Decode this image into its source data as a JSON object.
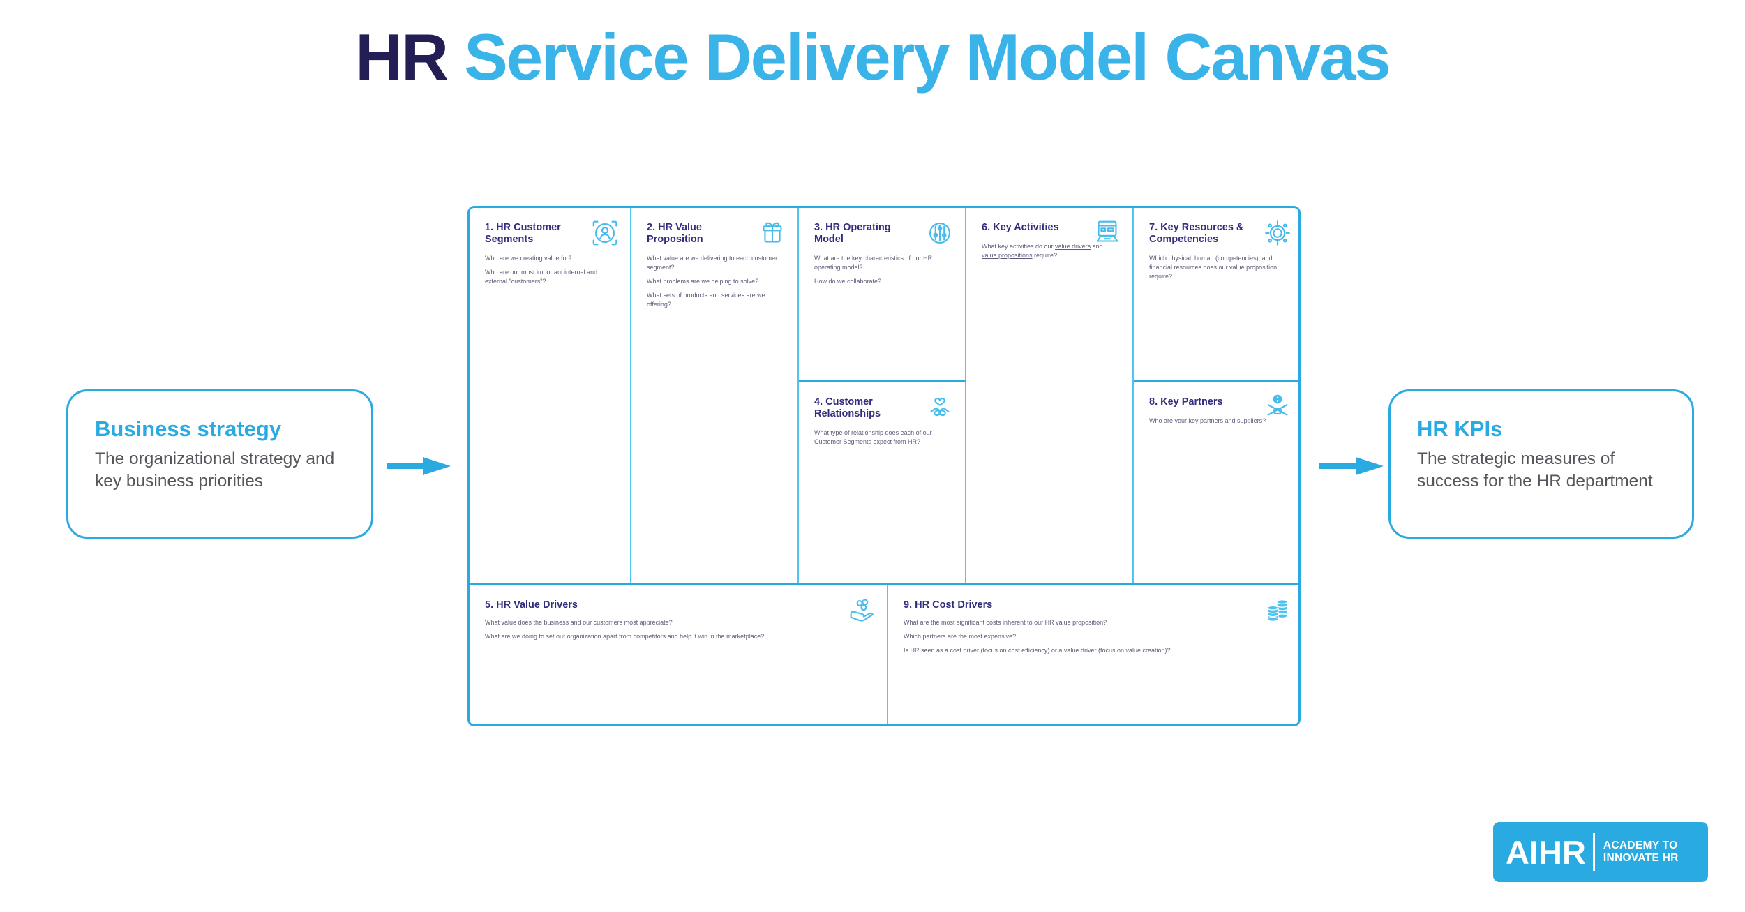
{
  "title": {
    "prefix": "HR",
    "rest": " Service Delivery Model Canvas"
  },
  "left_box": {
    "title": "Business strategy",
    "description": "The organizational strategy and key business priorities"
  },
  "right_box": {
    "title": "HR KPIs",
    "description": "The strategic measures of success for the HR department"
  },
  "canvas": {
    "customer_segments": {
      "title": "1. HR Customer\nSegments",
      "icon": "person-focus-icon",
      "q0": "Who are we creating value for?",
      "q1": "Who are our most important internal and external \"customers\"?"
    },
    "value_proposition": {
      "title": "2. HR Value Proposition",
      "icon": "gift-icon",
      "q0": "What value are we delivering to each customer segment?",
      "q1": "What problems are we helping to solve?",
      "q2": "What sets of products and services are we offering?"
    },
    "operating_model": {
      "title": "3. HR Operating Model",
      "icon": "sliders-circle-icon",
      "q0": "What are the key characteristics of our HR operating model?",
      "q1": "How do we collaborate?"
    },
    "customer_relationships": {
      "title": "4. Customer\nRelationships",
      "icon": "heart-handshake-icon",
      "q0": "What type of relationship does each of our Customer Segments expect from HR?"
    },
    "key_activities": {
      "title": "6. Key Activities",
      "icon": "working-hands-icon",
      "q_prefix": "What key activities do our ",
      "q_link1": "value drivers",
      "q_mid": " and ",
      "q_link2": "value propositions",
      "q_suffix": " require?"
    },
    "key_resources": {
      "title": "7. Key Resources &\nCompetencies",
      "icon": "rays-gear-icon",
      "q0": "Which physical, human (competencies), and financial resources does our value proposition require?"
    },
    "key_partners": {
      "title": "8. Key Partners",
      "icon": "globe-handshake-icon",
      "q0": "Who are your key partners and suppliers?"
    },
    "value_drivers": {
      "title": "5. HR Value Drivers",
      "icon": "hand-coins-icon",
      "q0": "What value does the business and our customers most appreciate?",
      "q1": "What are we doing to set our organization apart from competitors and help it win in the marketplace?"
    },
    "cost_drivers": {
      "title": "9. HR Cost Drivers",
      "icon": "coin-stacks-icon",
      "q0": "What are the most significant costs inherent to our HR value proposition?",
      "q1": "Which partners are the most expensive?",
      "q2": "Is HR seen as a cost driver (focus on cost efficiency) or a value driver (focus on value creation)?"
    }
  },
  "logo": {
    "brand": "AIHR",
    "tagline_line1": "ACADEMY TO",
    "tagline_line2": "INNOVATE HR"
  },
  "colors": {
    "accent_blue": "#29ABE2",
    "icon_blue": "#45BCEC",
    "title_navy": "#231F54",
    "header_indigo": "#322C7C"
  }
}
